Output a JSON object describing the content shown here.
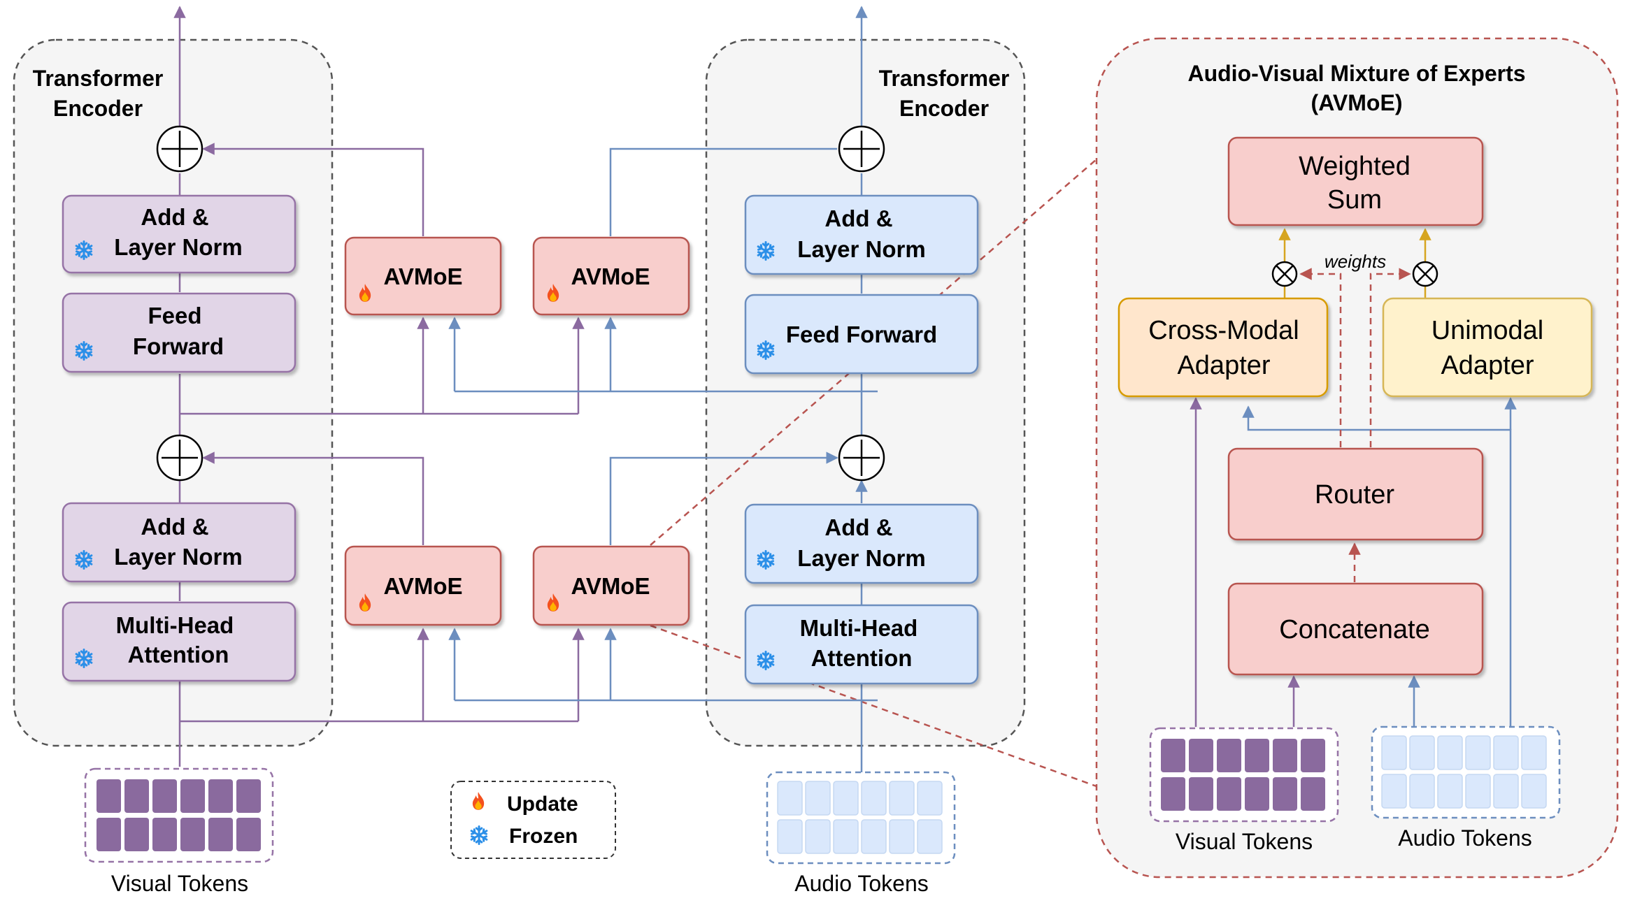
{
  "left_encoder": {
    "title_line1": "Transformer",
    "title_line2": "Encoder",
    "blocks": [
      {
        "line1": "Add &",
        "line2": "Layer Norm"
      },
      {
        "line1": "Feed",
        "line2": "Forward"
      },
      {
        "line1": "Add &",
        "line2": "Layer Norm"
      },
      {
        "line1": "Multi-Head",
        "line2": "Attention"
      }
    ]
  },
  "right_encoder": {
    "title_line1": "Transformer",
    "title_line2": "Encoder",
    "blocks": [
      {
        "line1": "Add &",
        "line2": "Layer Norm"
      },
      {
        "line1": "Feed Forward",
        "line2": ""
      },
      {
        "line1": "Add &",
        "line2": "Layer Norm"
      },
      {
        "line1": "Multi-Head",
        "line2": "Attention"
      }
    ]
  },
  "avmoe_label": "AVMoE",
  "legend": {
    "update": "Update",
    "frozen": "Frozen"
  },
  "tokens": {
    "visual": "Visual Tokens",
    "audio": "Audio Tokens"
  },
  "detail": {
    "title_line1": "Audio-Visual Mixture of Experts",
    "title_line2": "(AVMoE)",
    "weighted_sum_line1": "Weighted",
    "weighted_sum_line2": "Sum",
    "cross_modal_line1": "Cross-Modal",
    "cross_modal_line2": "Adapter",
    "unimodal_line1": "Unimodal",
    "unimodal_line2": "Adapter",
    "router": "Router",
    "concatenate": "Concatenate",
    "weights": "weights"
  },
  "colors": {
    "purple": "#8b6aa0",
    "blue": "#6c8ebf",
    "red_dashed": "#b85450",
    "gold": "#d6a520",
    "purple_box": "#e1d5e7",
    "blue_box": "#dae8fc",
    "red_box": "#f8cecc",
    "orange_box": "#ffe6cc",
    "yellow_box": "#fff2cc",
    "visual_token": "#8a6a9e",
    "audio_token": "#dae8fc"
  },
  "icons": {
    "update": "flame-icon",
    "frozen": "snowflake-icon"
  }
}
